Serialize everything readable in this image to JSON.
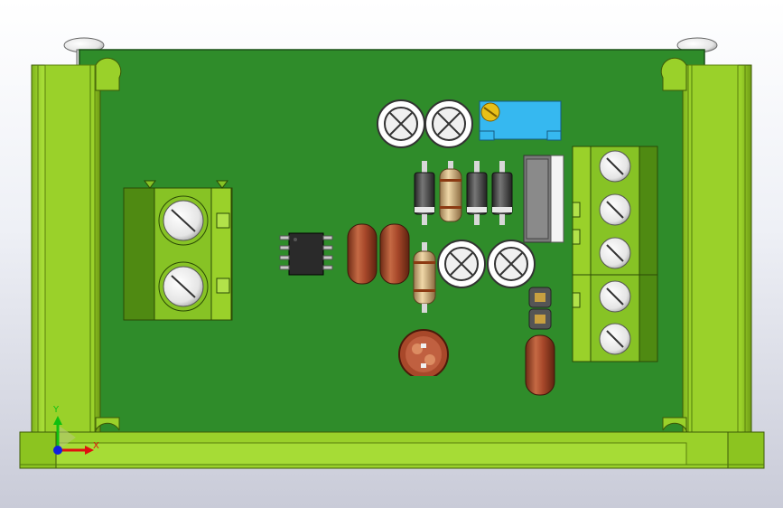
{
  "viewport": {
    "title": "",
    "axes": {
      "x": "X",
      "y": "Y"
    }
  },
  "colors": {
    "background_top": "#ffffff",
    "background_bottom": "#c9cbd8",
    "enclosure": "#9ad12a",
    "enclosure_shade": "#6f9c14",
    "pcb": "#2f8c2a",
    "terminal_block": "#87c325",
    "potentiometer": "#36b8f0",
    "capacitor_body": "#a8482a",
    "axis_x": "#e01010",
    "axis_y": "#10c010",
    "axis_origin": "#1020e0"
  },
  "components": {
    "terminal_left_screws": 2,
    "terminal_right_screws": 5,
    "electrolytic_caps": 4,
    "diodes": 3,
    "resistors": 2,
    "film_caps": 3,
    "ic_pins_per_side": 4,
    "jumper_pins": 2
  },
  "icons": {
    "axis_triad": "coordinate-triad-icon",
    "screw": "screw-head-icon"
  }
}
